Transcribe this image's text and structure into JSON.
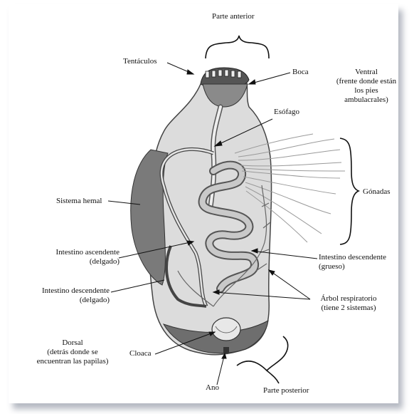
{
  "labels": {
    "parte_anterior": "Parte anterior",
    "tentaculos": "Tentáculos",
    "boca": "Boca",
    "ventral_1": "Ventral",
    "ventral_2": "(frente donde están",
    "ventral_3": "los pies",
    "ventral_4": "ambulacrales)",
    "esofago": "Esófago",
    "gonadas": "Gónadas",
    "sistema_hemal": "Sistema hemal",
    "int_asc_1": "Intestino ascendente",
    "int_asc_2": "(delgado)",
    "int_desc_grueso_1": "Intestino descendente",
    "int_desc_grueso_2": "(grueso)",
    "int_desc_delgado_1": "Intestino descendente",
    "int_desc_delgado_2": "(delgado)",
    "arbol_1": "Árbol respiratorio",
    "arbol_2": "(tiene 2 sistemas)",
    "dorsal_1": "Dorsal",
    "dorsal_2": "(detrás donde se",
    "dorsal_3": "encuentran las papilas)",
    "cloaca": "Cloaca",
    "ano": "Ano",
    "parte_posterior": "Parte posterior"
  },
  "colors": {
    "ink": "#111111",
    "body_fill": "#d9d9d9",
    "body_stroke": "#444444",
    "hemal": "#7a7a7a",
    "gut_fill": "#cfcfcf",
    "gonad": "#bdbdbd"
  }
}
